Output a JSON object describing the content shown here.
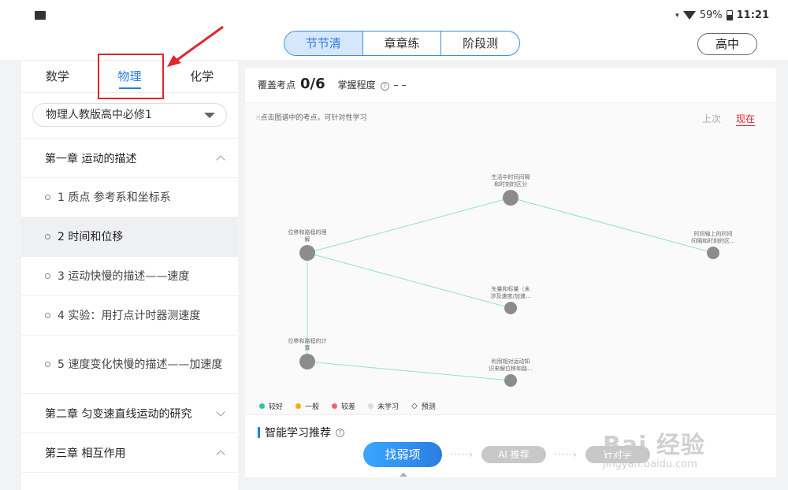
{
  "status": {
    "battery": "59%",
    "time": "11:21"
  },
  "tabs": [
    "节节清",
    "章章练",
    "阶段测"
  ],
  "active_tab": 0,
  "grade": "高中",
  "subjects": [
    "数学",
    "物理",
    "化学"
  ],
  "active_subject": 1,
  "book": "物理人教版高中必修1",
  "chapters": {
    "ch1": "第一章 运动的描述",
    "ch2": "第二章 匀变速直线运动的研究",
    "ch3": "第三章 相互作用"
  },
  "sections": [
    "1 质点 参考系和坐标系",
    "2 时间和位移",
    "3 运动快慢的描述——速度",
    "4 实验：用打点计时器测速度",
    "5 速度变化快慢的描述——加速度"
  ],
  "active_section": 1,
  "coverage": {
    "label": "覆盖考点",
    "value": "0/6",
    "mastery_label": "掌握程度",
    "mastery_value": "– –"
  },
  "graph": {
    "hint": "点击图谱中的考点，可针对性学习",
    "prev": "上次",
    "now": "现在",
    "nodes": [
      {
        "id": "n1",
        "label": [
          "生活中时间间隔",
          "和时刻的区分"
        ]
      },
      {
        "id": "n2",
        "label": [
          "位移和路程的理",
          "解"
        ]
      },
      {
        "id": "n3",
        "label": [
          "时间轴上的时间",
          "间隔和时刻的区..."
        ]
      },
      {
        "id": "n4",
        "label": [
          "矢量和标量（未",
          "涉及速度/加速..."
        ]
      },
      {
        "id": "n5",
        "label": [
          "位移和路程的计",
          "算"
        ]
      },
      {
        "id": "n6",
        "label": [
          "利用相对运动知",
          "识来解位移和路..."
        ]
      }
    ],
    "legend": [
      {
        "label": "较好",
        "color": "#2cc4a6"
      },
      {
        "label": "一般",
        "color": "#f5a623"
      },
      {
        "label": "较差",
        "color": "#f5626b"
      },
      {
        "label": "未学习",
        "color": "#dcdcdc"
      }
    ],
    "legend_predict": "预测"
  },
  "recommend": {
    "title": "智能学习推荐",
    "step1": "找弱项",
    "step2": "AI 推荐",
    "step3": "针对学"
  },
  "watermark": {
    "main": "Bai 经验",
    "sub": "jingyan.baidu.com"
  }
}
